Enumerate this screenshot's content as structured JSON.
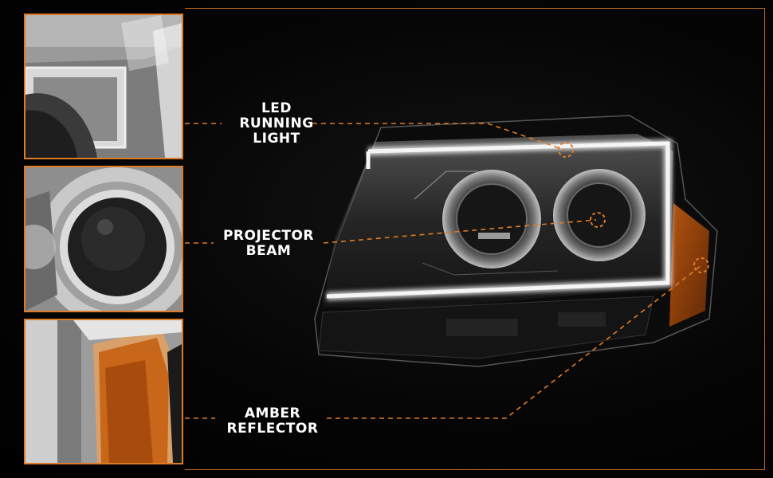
{
  "callouts": {
    "led": {
      "line1": "LED",
      "line2": "RUNNING",
      "line3": "LIGHT"
    },
    "projector": {
      "line1": "PROJECTOR",
      "line2": "BEAM"
    },
    "amber": {
      "line1": "AMBER",
      "line2": "REFLECTOR"
    }
  },
  "colors": {
    "accent": "#e07b25",
    "background": "#000000",
    "label_text": "#ffffff"
  }
}
